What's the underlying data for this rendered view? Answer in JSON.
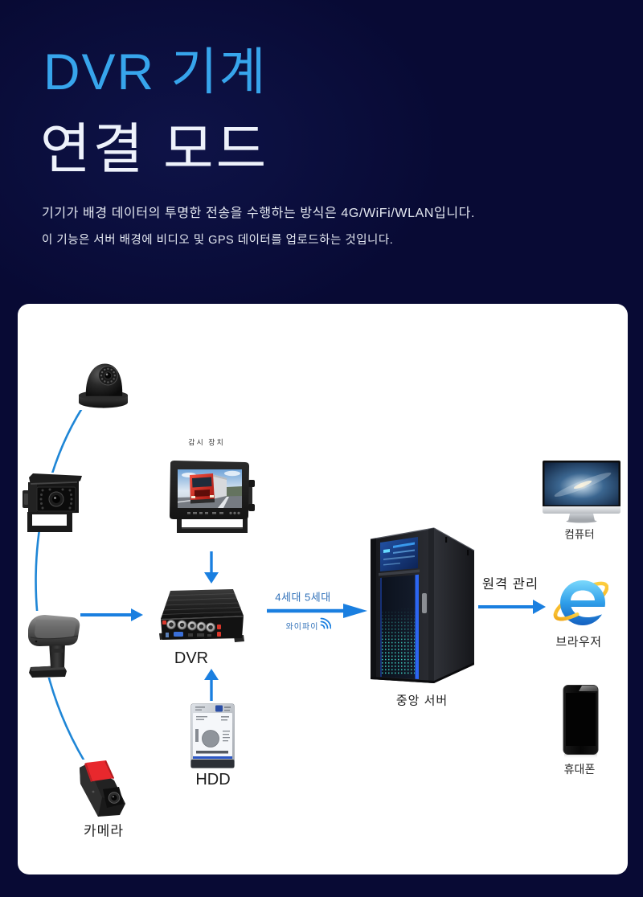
{
  "header": {
    "title_accent": "DVR 기계",
    "title_main": "연결 모드",
    "description": [
      "기기가 배경 데이터의 투명한 전송을 수행하는 방식은 4G/WiFi/WLAN입니다.",
      "이 기능은 서버 배경에 비디오 및 GPS 데이터를 업로드하는 것입니다."
    ]
  },
  "theme": {
    "background": "#080a34",
    "title_accent": "#37a5ec",
    "title_main": "#eef2fb",
    "description": "#e4e8f1",
    "card": "#ffffff",
    "arrow": "#1a7fe0",
    "cable": "#1f86d6",
    "label_blue": "#2e6fb8",
    "label_dark": "#202020"
  },
  "diagram": {
    "cameras": {
      "label": "카메라",
      "devices": [
        {
          "icon": "dome-camera-icon"
        },
        {
          "icon": "rear-camera-icon"
        },
        {
          "icon": "in-car-camera-icon"
        },
        {
          "icon": "dashcam-icon"
        }
      ]
    },
    "monitor": {
      "label": "감시 장치",
      "icon": "monitor-icon"
    },
    "dvr": {
      "label": "DVR",
      "icon": "dvr-recorder-icon"
    },
    "hdd": {
      "label": "HDD",
      "icon": "hard-drive-icon"
    },
    "uplink": {
      "network_label": "4세대 5세대",
      "wifi_label": "와이파이",
      "icon": "wifi-signal-icon"
    },
    "server": {
      "label": "중앙 서버",
      "icon": "server-cabinet-icon"
    },
    "remote_management": {
      "label": "원격 관리"
    },
    "clients": [
      {
        "label": "컴퓨터",
        "icon": "desktop-computer-icon"
      },
      {
        "label": "브라우저",
        "icon": "web-browser-icon"
      },
      {
        "label": "휴대폰",
        "icon": "mobile-phone-icon"
      }
    ],
    "connections": [
      {
        "from": "cameras",
        "to": "dvr"
      },
      {
        "from": "monitor",
        "to": "dvr"
      },
      {
        "from": "hdd",
        "to": "dvr"
      },
      {
        "from": "dvr",
        "to": "server"
      },
      {
        "from": "server",
        "to": "clients"
      }
    ]
  }
}
